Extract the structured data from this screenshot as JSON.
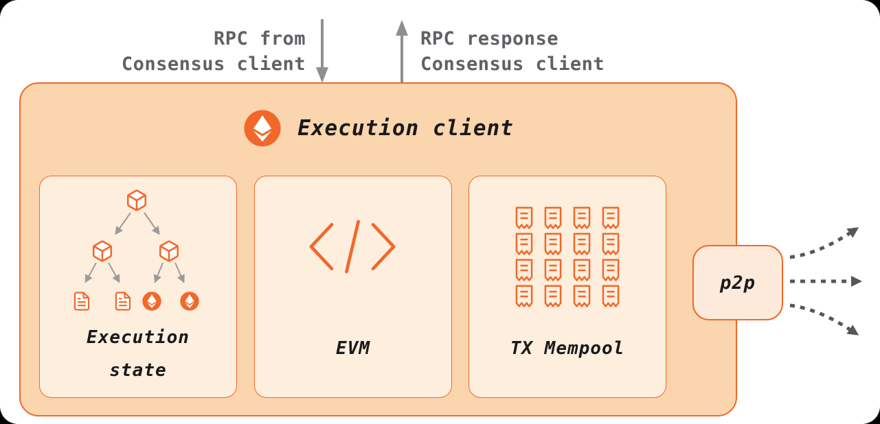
{
  "annotations": {
    "rpc_in": {
      "line1": "RPC from",
      "line2": "Consensus client"
    },
    "rpc_out": {
      "line1": "RPC response",
      "line2": "Consensus client"
    }
  },
  "execution_client": {
    "title": "Execution client",
    "modules": {
      "execution_state": {
        "label_line1": "Execution",
        "label_line2": "state"
      },
      "evm": {
        "label": "EVM"
      },
      "tx_mempool": {
        "label": "TX Mempool",
        "receipt_rows": 4,
        "receipt_cols": 4
      }
    },
    "p2p": {
      "label": "p2p"
    }
  },
  "icons": {
    "ethereum_logo": "ethereum-diamond-in-orange-circle",
    "state_tree_node": "3d-cube",
    "state_leaf_document": "document-with-lines",
    "state_leaf_eth": "ethereum-diamond-badge",
    "evm_icon": "code-angle-brackets-with-slash",
    "mempool_item": "receipt",
    "rpc_request_arrow": "arrow-down",
    "rpc_response_arrow": "arrow-up",
    "p2p_arrows": "three-dashed-arrows-fanning-right"
  },
  "colors": {
    "background": "#000000",
    "canvas": "#ffffff",
    "orange": "#f2682a",
    "client_fill": "#fbd5ad",
    "module_fill": "#fdeedd",
    "p2p_fill": "#fdeada",
    "label_text": "#19191b",
    "annotation_text": "#606065",
    "arrow_gray": "#8f8f8f",
    "tree_arrow_gray": "#9b9b9b",
    "dashed_arrow_gray": "#55575b"
  }
}
